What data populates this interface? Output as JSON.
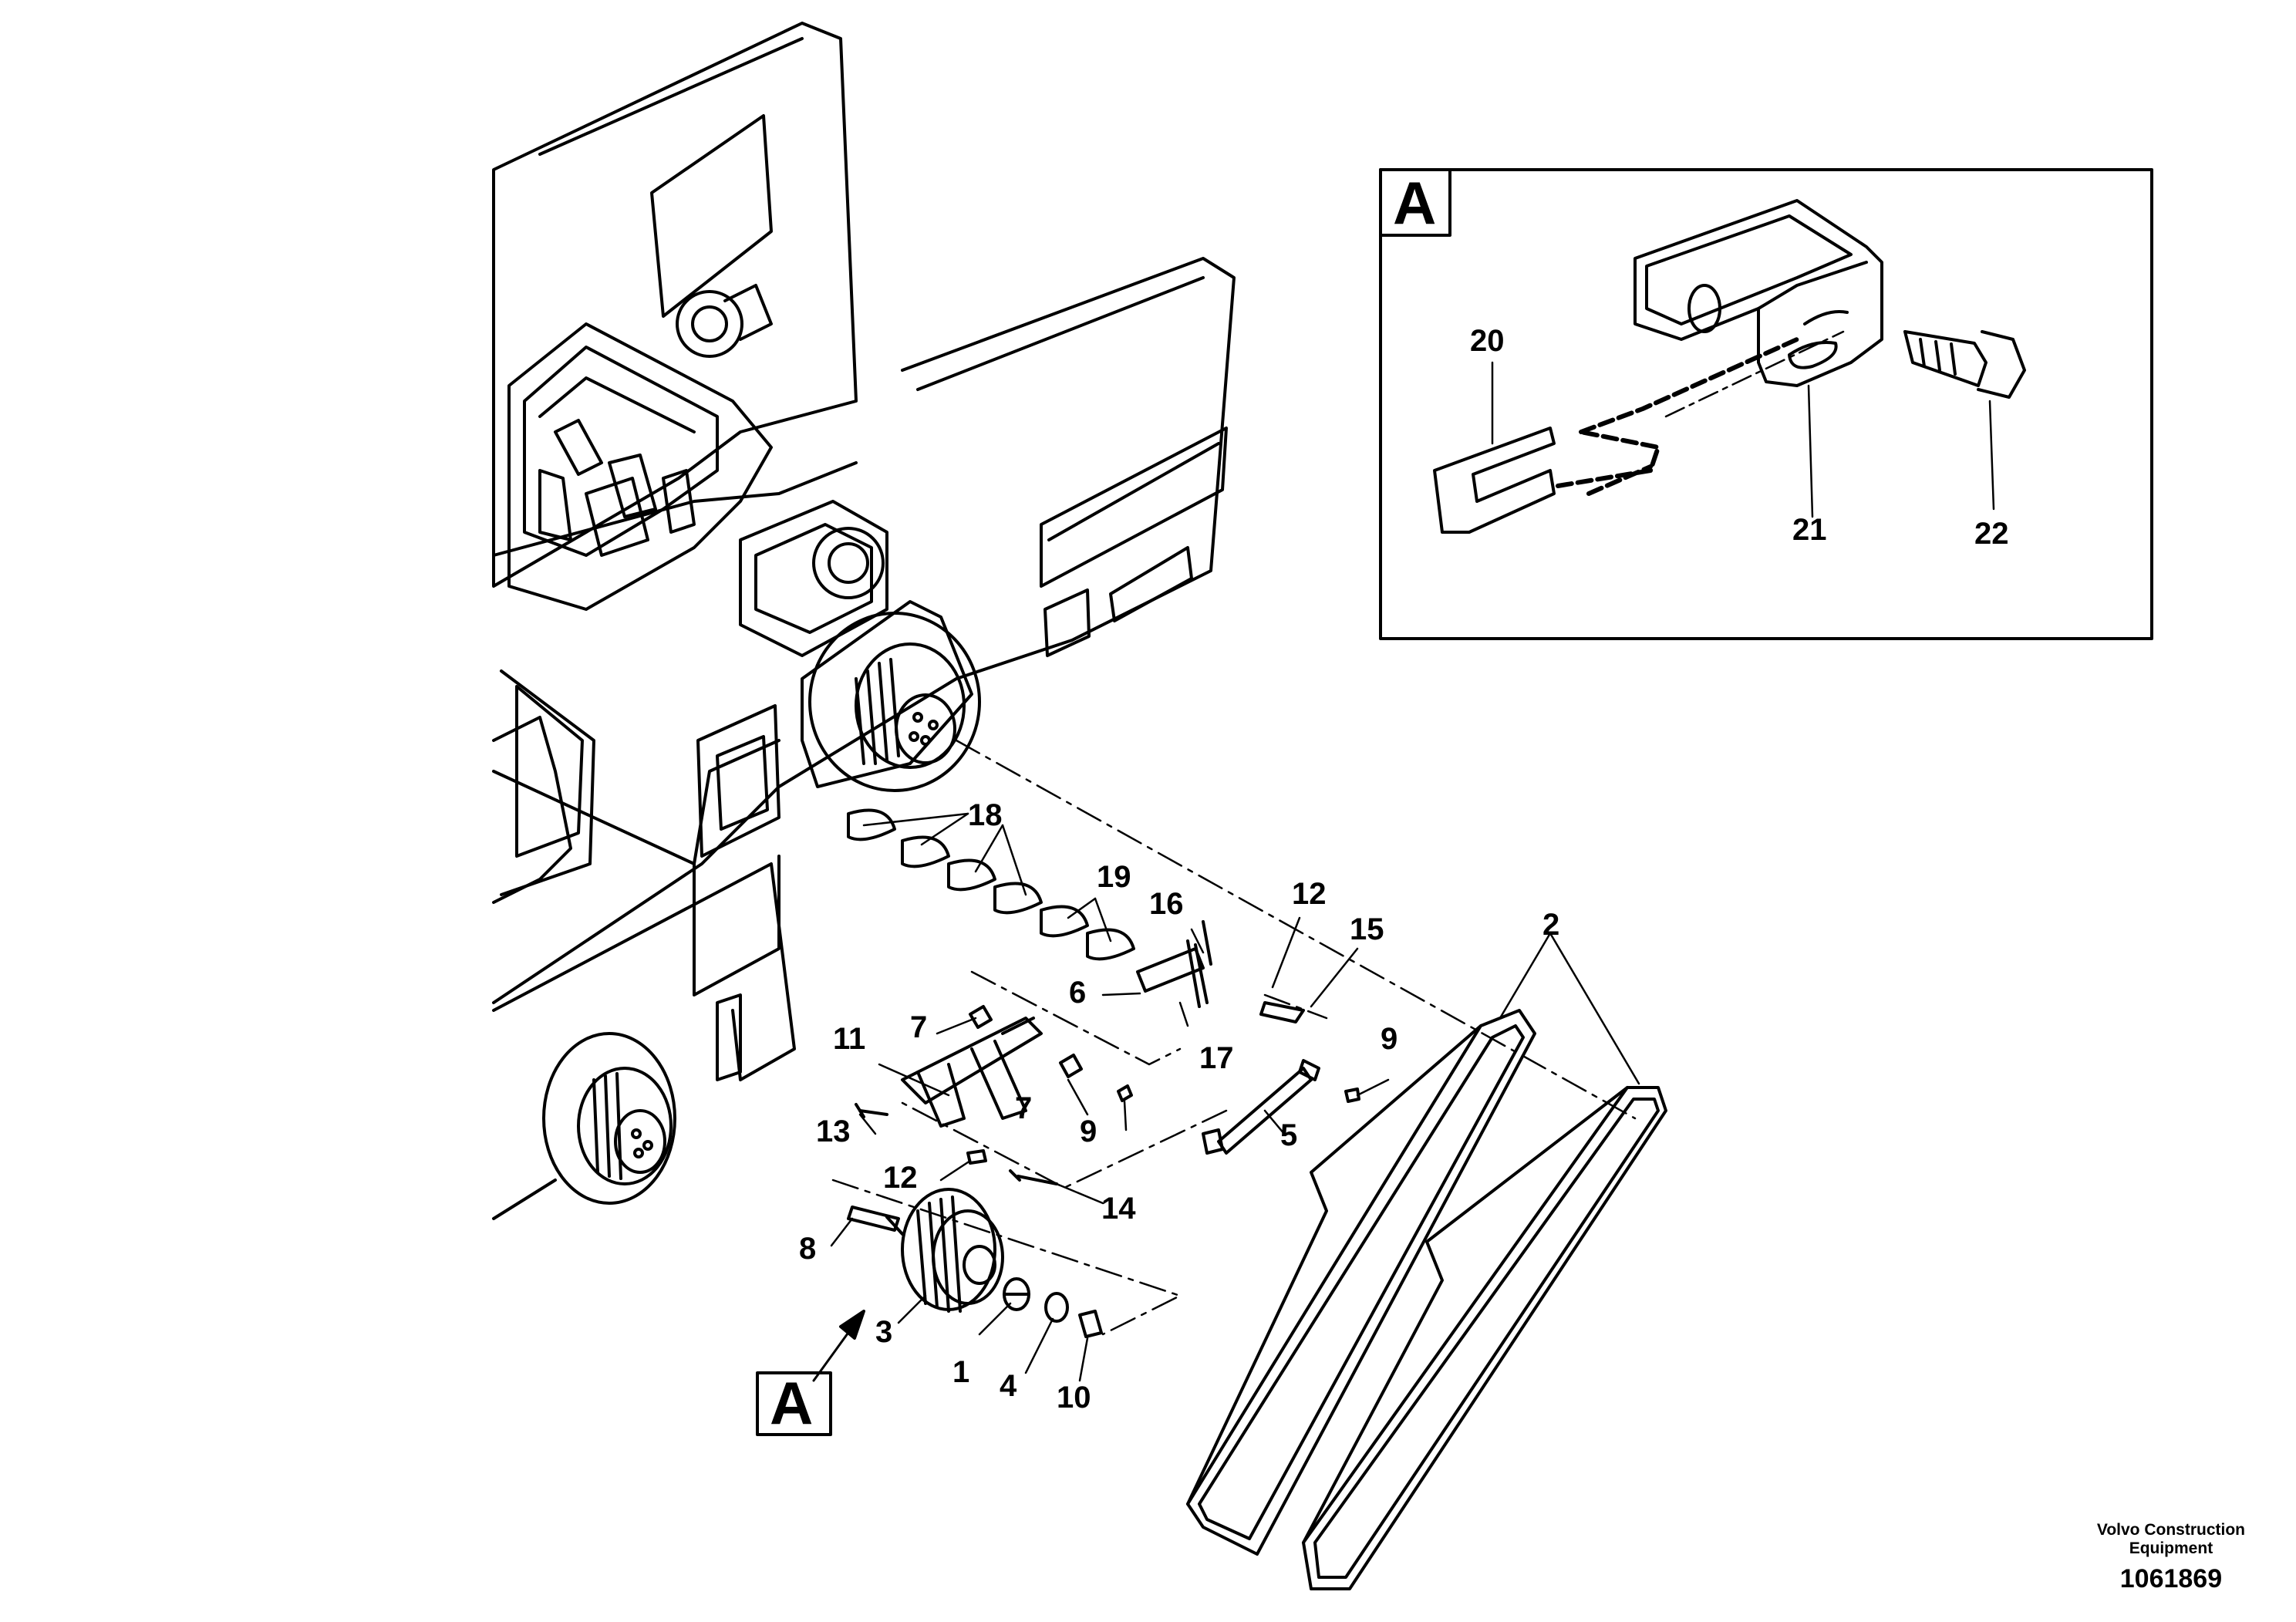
{
  "inset": {
    "letter": "A",
    "callout_letter": "A"
  },
  "parts": [
    {
      "id": "1"
    },
    {
      "id": "2"
    },
    {
      "id": "3"
    },
    {
      "id": "4"
    },
    {
      "id": "5"
    },
    {
      "id": "6"
    },
    {
      "id": "7"
    },
    {
      "id": "8"
    },
    {
      "id": "9"
    },
    {
      "id": "10"
    },
    {
      "id": "11"
    },
    {
      "id": "12"
    },
    {
      "id": "13"
    },
    {
      "id": "14"
    },
    {
      "id": "15"
    },
    {
      "id": "16"
    },
    {
      "id": "17"
    },
    {
      "id": "18"
    },
    {
      "id": "19"
    },
    {
      "id": "20"
    },
    {
      "id": "21"
    },
    {
      "id": "22"
    }
  ],
  "footer": {
    "brand_line1": "Volvo Construction",
    "brand_line2": "Equipment",
    "doc_number": "1061869"
  }
}
